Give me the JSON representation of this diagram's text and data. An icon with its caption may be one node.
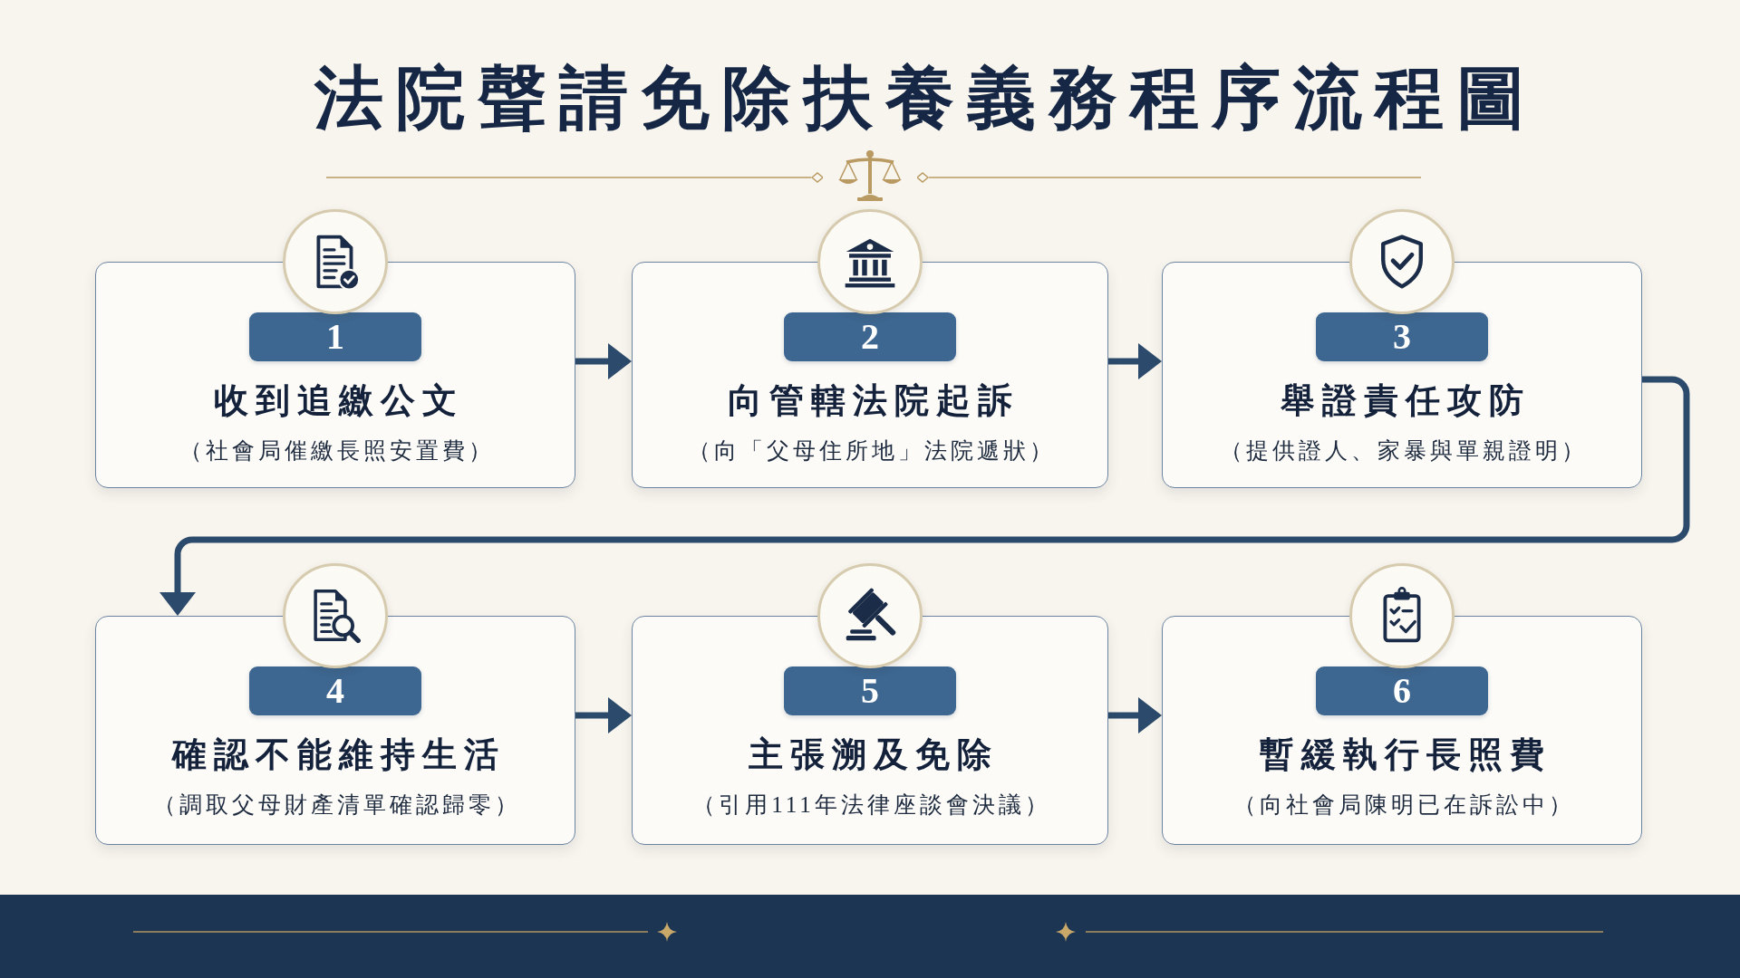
{
  "diagram": {
    "title": "法院聲請免除扶養義務程序流程圖",
    "nodes": [
      {
        "text": [
          "1",
          "收到追繳公文",
          "（社會局催繳長照安置費）"
        ]
      },
      {
        "text": [
          "2",
          "向管轄法院起訴",
          "（向「父母住所地」法院遞狀）"
        ]
      },
      {
        "text": [
          "3",
          "舉證責任攻防",
          "（提供證人、家暴與單親證明）"
        ]
      },
      {
        "text": [
          "4",
          "確認不能維持生活",
          "（調取父母財產清單確認歸零）"
        ]
      },
      {
        "text": [
          "5",
          "主張溯及免除",
          "（引用111年法律座談會決議）"
        ]
      },
      {
        "text": [
          "6",
          "暫緩執行長照費",
          "（向社會局陳明已在訴訟中）"
        ]
      }
    ],
    "edges": [
      {
        "from": 0,
        "to": 1,
        "arrow": "to"
      },
      {
        "from": 1,
        "to": 2,
        "arrow": "to"
      },
      {
        "from": 2,
        "to": 3,
        "arrow": "to"
      },
      {
        "from": 3,
        "to": 4,
        "arrow": "to"
      },
      {
        "from": 4,
        "to": 5,
        "arrow": "to"
      }
    ]
  }
}
